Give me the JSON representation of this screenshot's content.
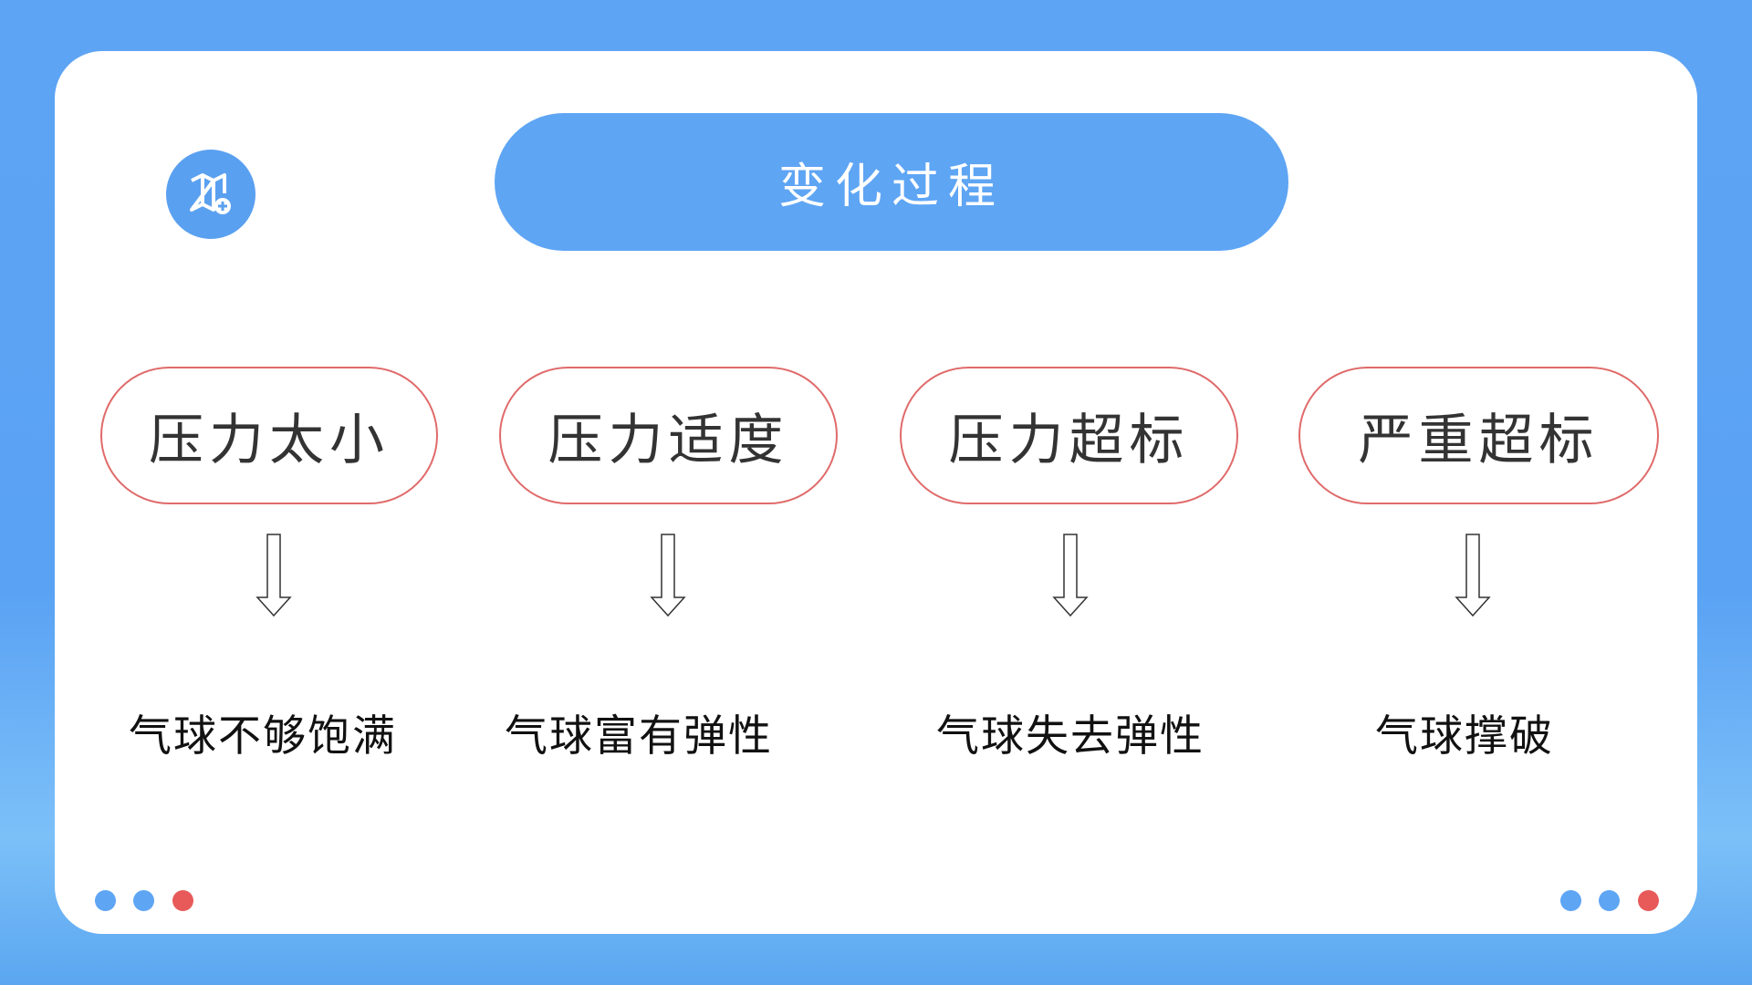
{
  "title": "变化过程",
  "icon": "map-plus-icon",
  "stages": [
    {
      "label": "压力太小",
      "result": "气球不够饱满"
    },
    {
      "label": "压力适度",
      "result": "气球富有弹性"
    },
    {
      "label": "压力超标",
      "result": "气球失去弹性"
    },
    {
      "label": "严重超标",
      "result": "气球撑破"
    }
  ],
  "colors": {
    "accent": "#5ea5f4",
    "pill_border": "#e06a6a",
    "dot_red": "#e85a5a"
  }
}
